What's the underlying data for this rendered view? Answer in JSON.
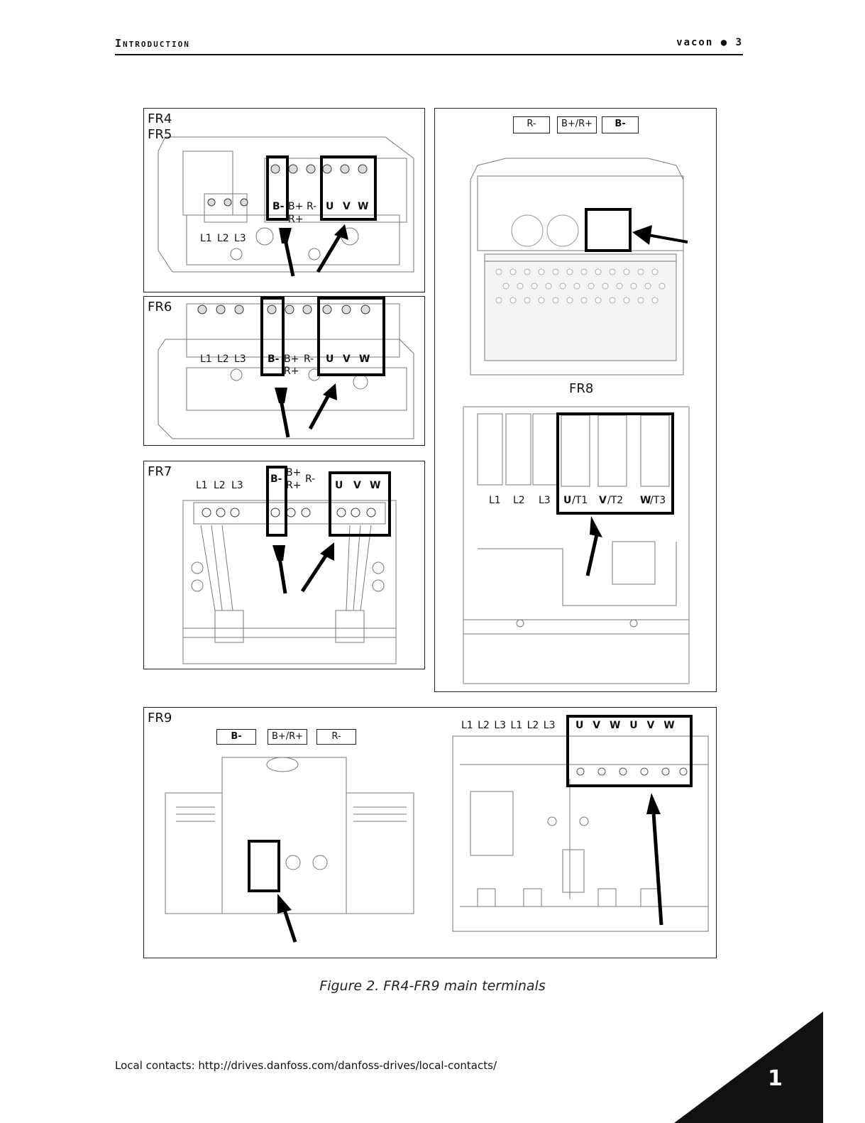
{
  "header": {
    "section": "Introduction",
    "brand_page": "vacon ● 3"
  },
  "fr45": {
    "label1": "FR4",
    "label2": "FR5",
    "b_minus": "B-",
    "b_plus": "B+",
    "r_minus": "R-",
    "r_plus": "R+",
    "u": "U",
    "v": "V",
    "w": "W",
    "l1": "L1",
    "l2": "L2",
    "l3": "L3"
  },
  "fr6": {
    "label": "FR6",
    "l1": "L1",
    "l2": "L2",
    "l3": "L3",
    "b_minus": "B-",
    "b_plus": "B+",
    "r_plus": "R+",
    "r_minus": "R-",
    "u": "U",
    "v": "V",
    "w": "W"
  },
  "fr7": {
    "label": "FR7",
    "l1": "L1",
    "l2": "L2",
    "l3": "L3",
    "b_minus": "B-",
    "b_plus": "B+",
    "r_plus": "R+",
    "r_minus": "R-",
    "u": "U",
    "v": "V",
    "w": "W"
  },
  "fr8": {
    "label": "FR8",
    "box1": "R-",
    "box2": "B+/R+",
    "box3": "B-",
    "l1": "L1",
    "l2": "L2",
    "l3": "L3",
    "u": "U",
    "t1": "/T1",
    "v": "V",
    "t2": "/T2",
    "w": "W",
    "t3": "/T3"
  },
  "fr9": {
    "label": "FR9",
    "box1": "B-",
    "box2": "B+/R+",
    "box3": "R-",
    "terminals_left": "L1 L2 L3 L1 L2 L3",
    "terminals_right": "U V W U V W"
  },
  "caption": "Figure 2. FR4-FR9 main terminals",
  "footer": "Local contacts: http://drives.danfoss.com/danfoss-drives/local-contacts/",
  "page_number": "1"
}
